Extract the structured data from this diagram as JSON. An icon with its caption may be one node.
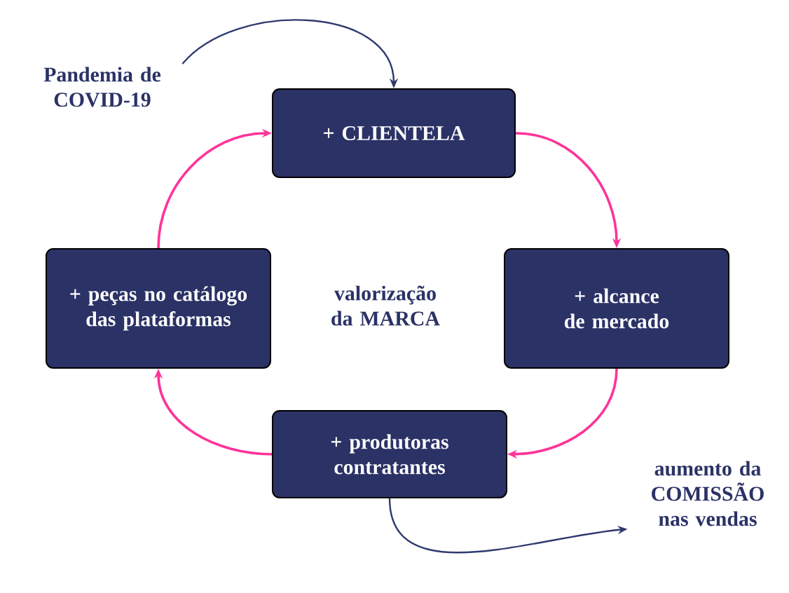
{
  "diagram": {
    "nodes": [
      {
        "text": [
          "Pandemia de COVID-19"
        ]
      },
      {
        "text": [
          "+ CLIENTELA"
        ]
      },
      {
        "text": [
          "+ alcance de mercado"
        ]
      },
      {
        "text": [
          "+ produtoras contratantes"
        ]
      },
      {
        "text": [
          "+ peças no catálogo das plataformas"
        ]
      },
      {
        "text": [
          "aumento da COMISSÃO nas vendas"
        ]
      }
    ],
    "edges": [
      {
        "from": 0,
        "to": 1,
        "arrow": "to",
        "color": "#2f3a6e"
      },
      {
        "from": 1,
        "to": 2,
        "arrow": "to"
      },
      {
        "from": 2,
        "to": 3,
        "arrow": "to"
      },
      {
        "from": 3,
        "to": 4,
        "arrow": "to"
      },
      {
        "from": 4,
        "to": 1,
        "arrow": "to"
      },
      {
        "from": 3,
        "to": 5,
        "arrow": "to",
        "color": "#2f3a6e"
      }
    ],
    "labels": [
      "valorização da MARCA"
    ]
  }
}
